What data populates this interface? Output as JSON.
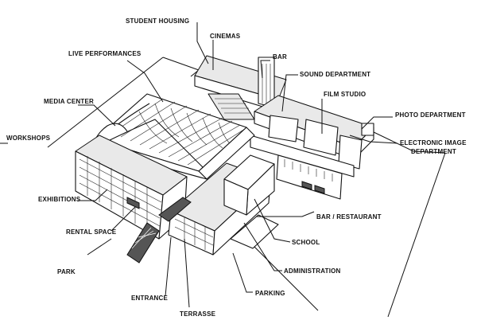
{
  "labels": {
    "student_housing": "STUDENT HOUSING",
    "cinemas": "CINEMAS",
    "live_performances": "LIVE PERFORMANCES",
    "bar": "BAR",
    "sound_department": "SOUND DEPARTMENT",
    "media_center": "MEDIA CENTER",
    "film_studio": "FILM STUDIO",
    "photo_department": "PHOTO DEPARTMENT",
    "workshops": "WORKSHOPS",
    "electronic_image_line1": "ELECTRONIC IMAGE",
    "electronic_image_line2": "DEPARTMENT",
    "exhibitions": "EXHIBITIONS",
    "bar_restaurant": "BAR / RESTAURANT",
    "rental_space": "RENTAL SPACE",
    "school": "SCHOOL",
    "park": "PARK",
    "administration": "ADMINISTRATION",
    "entrance": "ENTRANCE",
    "parking": "PARKING",
    "terrasse": "TERRASSE"
  }
}
